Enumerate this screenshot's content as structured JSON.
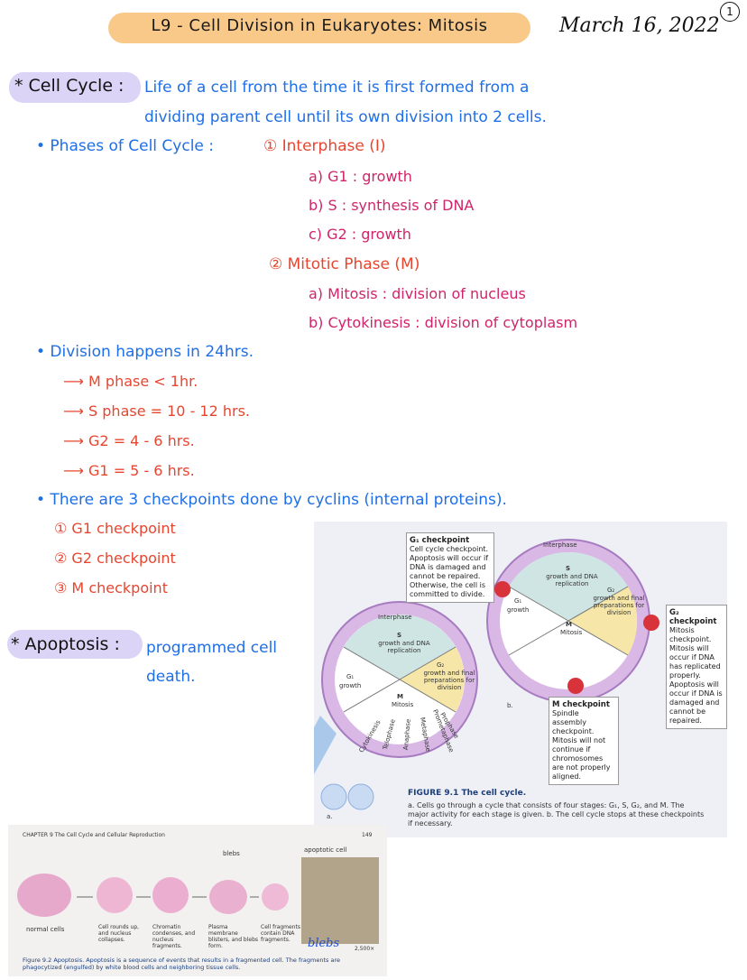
{
  "header": {
    "title": "L9 - Cell Division in Eukaryotes: Mitosis",
    "date": "March 16, 2022",
    "page_number": "1"
  },
  "cell_cycle": {
    "term": "* Cell Cycle :",
    "definition_line1": "Life of a cell from the time it is first formed from a",
    "definition_line2": "dividing parent cell until its own division into 2 cells.",
    "phases_label": "• Phases of Cell Cycle :",
    "interphase": "① Interphase (I)",
    "g1": "a) G1 : growth",
    "s": "b) S : synthesis of DNA",
    "g2": "c) G2 : growth",
    "mitotic": "② Mitotic Phase (M)",
    "mitosis": "a) Mitosis : division of nucleus",
    "cytokinesis": "b) Cytokinesis : division of cytoplasm"
  },
  "division": {
    "label": "• Division happens in 24hrs.",
    "items": [
      "⟶ M phase < 1hr.",
      "⟶ S phase = 10 - 12 hrs.",
      "⟶ G2 = 4 - 6 hrs.",
      "⟶ G1 = 5 - 6 hrs."
    ]
  },
  "checkpoints": {
    "label": "• There are 3 checkpoints done by cyclins (internal proteins).",
    "items": [
      "① G1 checkpoint",
      "② G2 checkpoint",
      "③ M checkpoint"
    ]
  },
  "apoptosis": {
    "term": "* Apoptosis :",
    "definition_line1": "programmed cell",
    "definition_line2": "death."
  },
  "figure1": {
    "g1_checkpoint_title": "G₁ checkpoint",
    "g1_checkpoint_text": "Cell cycle checkpoint. Apoptosis will occur if DNA is damaged and cannot be repaired. Otherwise, the cell is committed to divide.",
    "g2_checkpoint_title": "G₂ checkpoint",
    "g2_checkpoint_text": "Mitosis checkpoint. Mitosis will occur if DNA has replicated properly. Apoptosis will occur if DNA is damaged and cannot be repaired.",
    "m_checkpoint_title": "M checkpoint",
    "m_checkpoint_text": "Spindle assembly checkpoint. Mitosis will not continue if chromosomes are not properly aligned.",
    "interphase": "Interphase",
    "s_label": "S",
    "s_desc": "growth and DNA replication",
    "g1_label": "G₁",
    "g1_desc": "growth",
    "g2_label": "G₂",
    "g2_desc": "growth and final preparations for division",
    "m_label": "M",
    "mitosis": "Mitosis",
    "phases": [
      "Cytokinesis",
      "Telophase",
      "Anaphase",
      "Metaphase",
      "Prometaphase",
      "Prophase"
    ],
    "caption_title": "FIGURE 9.1  The cell cycle.",
    "caption_text": "a. Cells go through a cycle that consists of four stages: G₁, S, G₂, and M. The major activity for each stage is given. b. The cell cycle stops at these checkpoints if necessary.",
    "label_a": "a.",
    "label_b": "b."
  },
  "figure2": {
    "header_left": "CHAPTER 9  The Cell Cycle and Cellular Reproduction",
    "header_right": "149",
    "blebs": "blebs",
    "apoptotic_cell": "apoptotic cell",
    "stages": [
      "normal cells",
      "Cell rounds up, and nucleus collapses.",
      "Chromatin condenses, and nucleus fragments.",
      "Plasma membrane blisters, and blebs form.",
      "Cell fragments contain DNA fragments."
    ],
    "magnification": "2,500×",
    "handwritten": "blebs",
    "caption": "Figure 9.2  Apoptosis.  Apoptosis is a sequence of events that results in a fragmented cell. The fragments are phagocytized (engulfed) by white blood cells and neighboring tissue cells."
  },
  "colors": {
    "blue": "#1e6fe8",
    "red": "#e8452f",
    "pink": "#d0246a",
    "title_highlight": "#f9c98a",
    "term_highlight": "#dcd4f7"
  }
}
